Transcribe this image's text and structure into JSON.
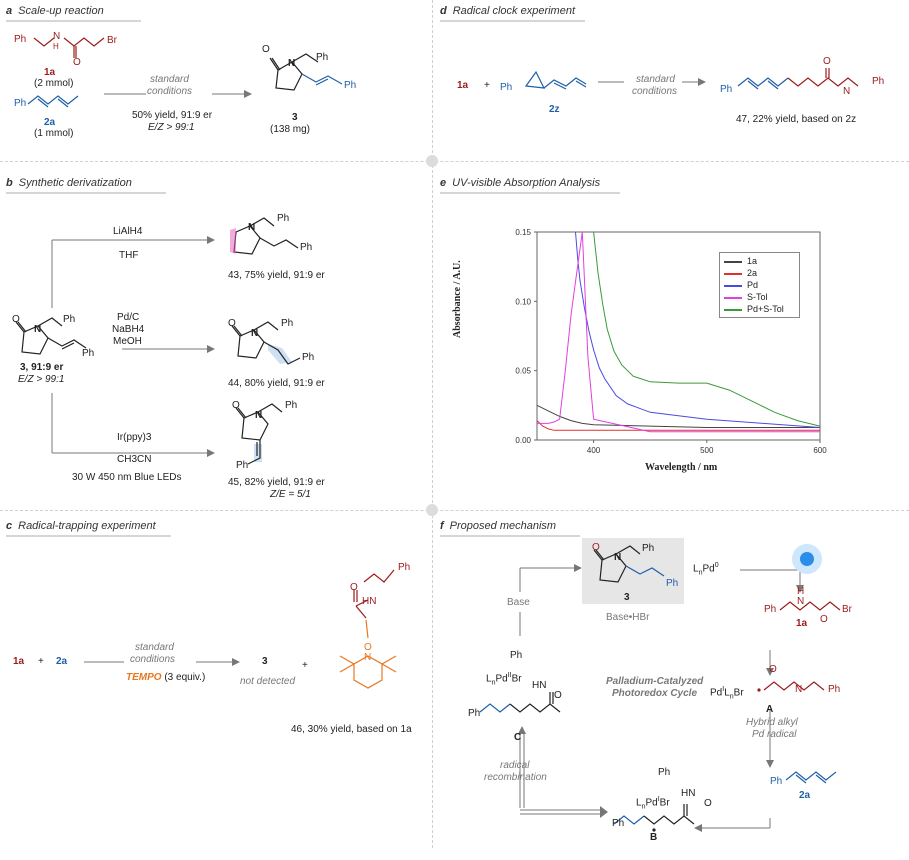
{
  "panels": {
    "a": {
      "letter": "a",
      "title": "Scale-up reaction"
    },
    "b": {
      "letter": "b",
      "title": "Synthetic derivatization"
    },
    "c": {
      "letter": "c",
      "title": "Radical-trapping experiment"
    },
    "d": {
      "letter": "d",
      "title": "Radical clock experiment"
    },
    "e": {
      "letter": "e",
      "title": "UV-visible Absorption Analysis"
    },
    "f": {
      "letter": "f",
      "title": "Proposed mechanism"
    }
  },
  "scaleup": {
    "ph": "Ph",
    "n": "N",
    "h": "H",
    "o": "O",
    "br": "Br",
    "label_1a": "1a",
    "amount_1a": "(2 mmol)",
    "ph2": "Ph",
    "label_2a": "2a",
    "amount_2a": "(1 mmol)",
    "cond1": "standard",
    "cond2": "conditions",
    "yield": "50% yield, 91:9 er",
    "ez": "E/Z > 99:1",
    "prod_label": "3",
    "prod_mass": "(138 mg)"
  },
  "deriv": {
    "reagent1a": "LiAlH4",
    "reagent1b": "THF",
    "prod43": "43, 75% yield, 91:9 er",
    "reagent2a": "Pd/C",
    "reagent2b": "NaBH4",
    "reagent2c": "MeOH",
    "prod44": "44, 80% yield, 91:9 er",
    "reagent3a": "Ir(ppy)3",
    "reagent3b": "CH3CN",
    "reagent3c": "30 W 450 nm Blue LEDs",
    "prod45": "45, 82% yield, 91:9 er",
    "prod45b": "Z/E = 5/1",
    "sm_label": "3, 91:9 er",
    "sm_ez": "E/Z > 99:1"
  },
  "trap": {
    "r1": "1a",
    "plus": "+",
    "r2": "2a",
    "cond1": "standard",
    "cond2": "conditions",
    "tempo": "TEMPO",
    "tempo_eq": "(3 equiv.)",
    "p1": "3",
    "p1_note": "not detected",
    "plus2": "+",
    "p2": "46, 30% yield, based on 1a"
  },
  "clock": {
    "r1": "1a",
    "plus": "+",
    "r2": "2z",
    "ph": "Ph",
    "cond1": "standard",
    "cond2": "conditions",
    "prod": "47, 22% yield, based on 2z"
  },
  "chart_data": {
    "type": "line",
    "title": "",
    "xlabel": "Wavelength / nm",
    "ylabel": "Absorbance / A.U.",
    "xlim": [
      350,
      600
    ],
    "ylim": [
      0.0,
      0.15
    ],
    "xticks": [
      "400",
      "500",
      "600"
    ],
    "yticks": [
      "0.00",
      "0.05",
      "0.10",
      "0.15"
    ],
    "legend_position": "top-right",
    "series": [
      {
        "name": "1a",
        "color": "#444444",
        "x": [
          350,
          360,
          370,
          380,
          390,
          400,
          450,
          500,
          550,
          600
        ],
        "y": [
          0.025,
          0.021,
          0.017,
          0.014,
          0.012,
          0.011,
          0.01,
          0.009,
          0.009,
          0.009
        ]
      },
      {
        "name": "2a",
        "color": "#e03030",
        "x": [
          350,
          355,
          360,
          365,
          370,
          380,
          400,
          450,
          500,
          550,
          600
        ],
        "y": [
          0.014,
          0.01,
          0.008,
          0.007,
          0.007,
          0.007,
          0.007,
          0.007,
          0.007,
          0.007,
          0.007
        ]
      },
      {
        "name": "Pd",
        "color": "#4a4ae0",
        "x": [
          384,
          386,
          388,
          392,
          396,
          400,
          405,
          410,
          420,
          430,
          450,
          500,
          550,
          600
        ],
        "y": [
          0.15,
          0.13,
          0.115,
          0.095,
          0.078,
          0.065,
          0.052,
          0.044,
          0.032,
          0.026,
          0.02,
          0.015,
          0.012,
          0.009
        ]
      },
      {
        "name": "S-Tol",
        "color": "#e040e0",
        "x": [
          350,
          360,
          365,
          370,
          375,
          380,
          385,
          390,
          395,
          400,
          450,
          500,
          550,
          600
        ],
        "y": [
          0.012,
          0.012,
          0.013,
          0.015,
          0.05,
          0.09,
          0.12,
          0.15,
          0.06,
          0.015,
          0.006,
          0.006,
          0.006,
          0.006
        ]
      },
      {
        "name": "Pd+S-Tol",
        "color": "#3a9a3a",
        "x": [
          400,
          404,
          408,
          412,
          418,
          425,
          435,
          450,
          475,
          500,
          520,
          540,
          560,
          580,
          600
        ],
        "y": [
          0.15,
          0.12,
          0.098,
          0.08,
          0.064,
          0.054,
          0.046,
          0.042,
          0.041,
          0.041,
          0.036,
          0.028,
          0.02,
          0.014,
          0.01
        ]
      }
    ]
  },
  "mech": {
    "base": "Base",
    "base_hbr": "Base•HBr",
    "prod3": "3",
    "lnpd0": "LnPd0",
    "label_1a": "1a",
    "intA_pd": "PdILnBr",
    "intA": "A",
    "hybrid1": "Hybrid alkyl",
    "hybrid2": "Pd radical",
    "label_2a": "2a",
    "intB": "B",
    "intB_pd": "LnPdIBr",
    "intC": "C",
    "intC_pd": "LnPdIIBr",
    "cycle1": "Palladium-Catalyzed",
    "cycle2": "Photoredox Cycle",
    "radical1": "radical",
    "radical2": "recombination",
    "ph": "Ph",
    "n": "N",
    "h": "H",
    "o": "O",
    "br": "Br"
  }
}
